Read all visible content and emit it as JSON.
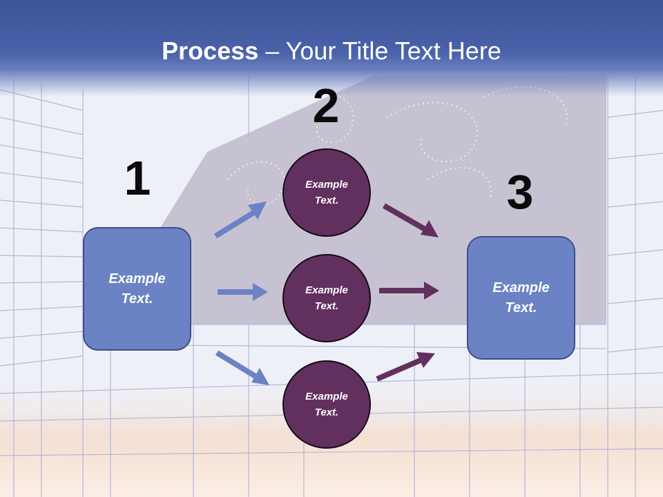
{
  "title": {
    "bold": "Process",
    "rest": " – Your Title Text Here"
  },
  "steps": {
    "one": {
      "number": "1",
      "text": "Example Text."
    },
    "two": {
      "number": "2",
      "items": [
        "Example Text.",
        "Example Text.",
        "Example Text."
      ]
    },
    "three": {
      "number": "3",
      "text": "Example Text."
    }
  },
  "colors": {
    "title_bar": "#4a62aa",
    "box_fill": "#6b82c4",
    "circle_fill": "#62305f",
    "arrow_blue": "#6b82c4",
    "arrow_purple": "#62305f"
  }
}
